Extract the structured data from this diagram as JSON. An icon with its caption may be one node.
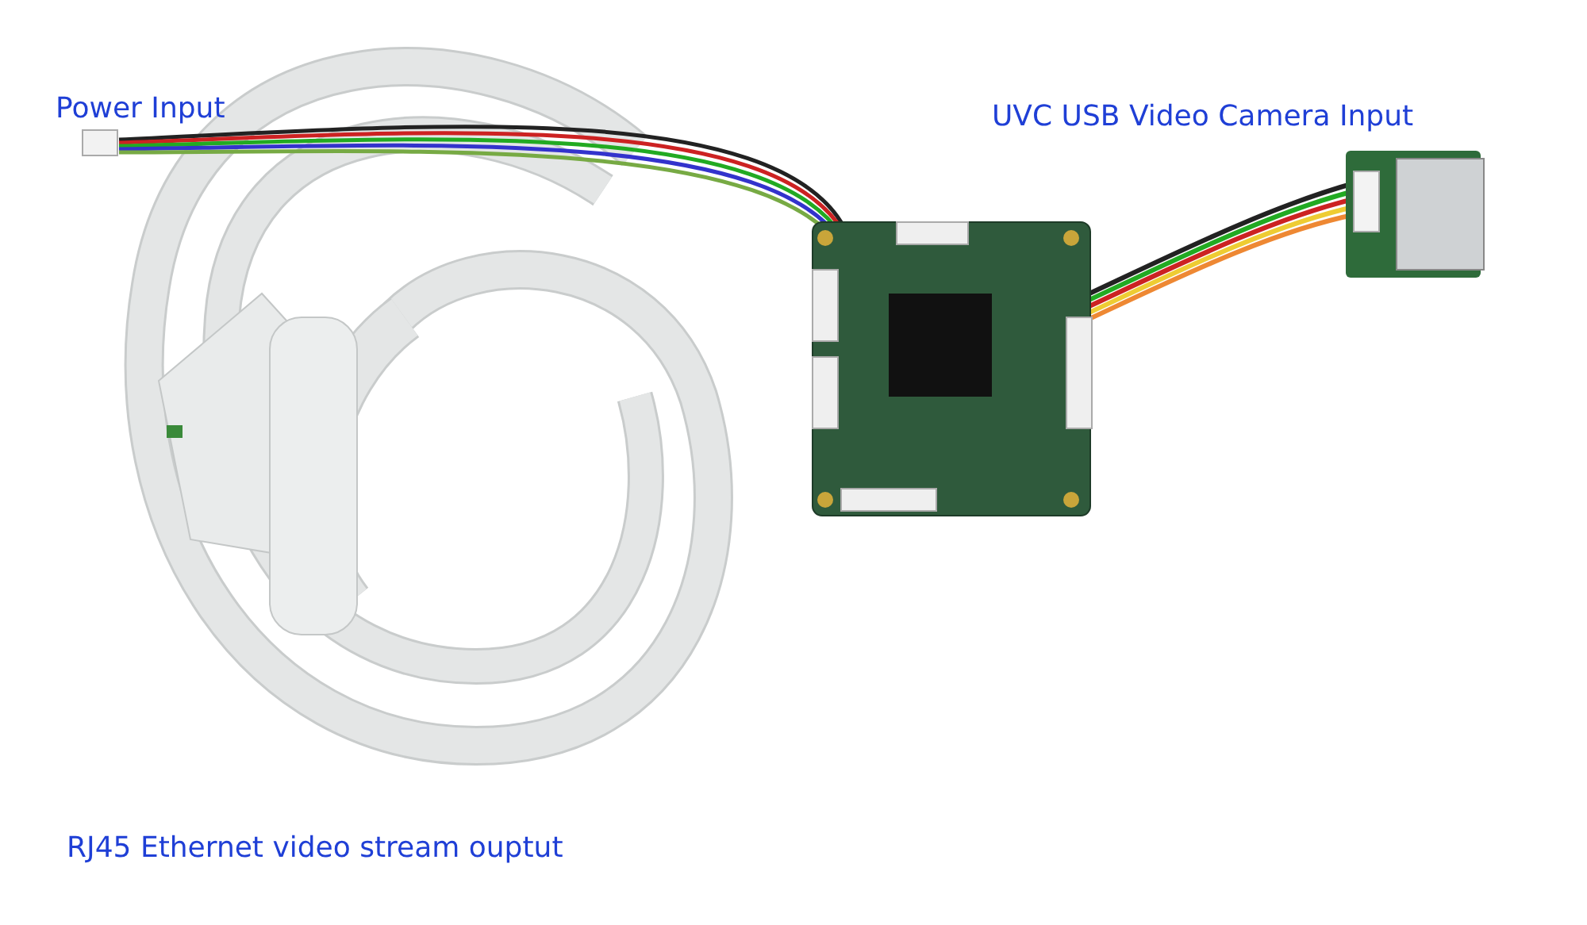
{
  "diagram": {
    "labels": [
      "Power Input",
      "UVC USB Video Camera Input",
      "RJ45 Ethernet video stream ouptut"
    ]
  }
}
